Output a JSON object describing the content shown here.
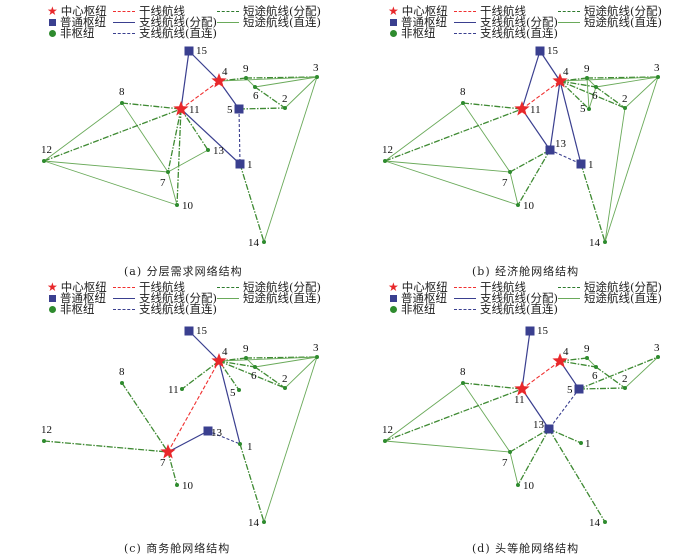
{
  "colors": {
    "center_hub": "#e8282b",
    "normal_hub": "#3a3f8f",
    "non_hub": "#2e8b2e",
    "trunk": "#f03030",
    "branch": "#3a3f8f",
    "short": "#4d9a3c"
  },
  "legend": {
    "center_hub": "中心枢纽",
    "normal_hub": "普通枢纽",
    "non_hub": "非枢纽",
    "trunk_route": "干线航线",
    "branch_alloc": "支线航线(分配)",
    "branch_direct": "支线航线(直连)",
    "short_alloc": "短途航线(分配)",
    "short_direct": "短途航线(直连)"
  },
  "panels": [
    {
      "id": "a",
      "caption": "(a)   分层需求网络结构",
      "center_hubs": [
        "4",
        "11"
      ],
      "normal_hubs": [
        "15",
        "5",
        "1"
      ],
      "edges": [
        {
          "from": "11",
          "to": "4",
          "type": "trunk"
        },
        {
          "from": "15",
          "to": "11",
          "type": "branch_alloc"
        },
        {
          "from": "15",
          "to": "4",
          "type": "branch_alloc"
        },
        {
          "from": "4",
          "to": "5",
          "type": "branch_alloc"
        },
        {
          "from": "11",
          "to": "1",
          "type": "branch_alloc"
        },
        {
          "from": "5",
          "to": "1",
          "type": "branch_direct"
        },
        {
          "from": "4",
          "to": "9",
          "type": "short_alloc"
        },
        {
          "from": "9",
          "to": "3",
          "type": "short_alloc"
        },
        {
          "from": "4",
          "to": "3",
          "type": "short_direct"
        },
        {
          "from": "9",
          "to": "6",
          "type": "short_direct"
        },
        {
          "from": "6",
          "to": "3",
          "type": "short_direct"
        },
        {
          "from": "6",
          "to": "2",
          "type": "short_alloc"
        },
        {
          "from": "2",
          "to": "3",
          "type": "short_direct"
        },
        {
          "from": "5",
          "to": "2",
          "type": "short_alloc"
        },
        {
          "from": "3",
          "to": "14",
          "type": "short_direct"
        },
        {
          "from": "1",
          "to": "14",
          "type": "short_alloc"
        },
        {
          "from": "8",
          "to": "11",
          "type": "short_alloc"
        },
        {
          "from": "8",
          "to": "12",
          "type": "short_direct"
        },
        {
          "from": "8",
          "to": "7",
          "type": "short_direct"
        },
        {
          "from": "12",
          "to": "11",
          "type": "short_alloc"
        },
        {
          "from": "12",
          "to": "7",
          "type": "short_direct"
        },
        {
          "from": "12",
          "to": "10",
          "type": "short_direct"
        },
        {
          "from": "11",
          "to": "7",
          "type": "short_alloc"
        },
        {
          "from": "11",
          "to": "10",
          "type": "short_alloc"
        },
        {
          "from": "11",
          "to": "13",
          "type": "short_alloc"
        },
        {
          "from": "7",
          "to": "13",
          "type": "short_direct"
        },
        {
          "from": "7",
          "to": "10",
          "type": "short_direct"
        }
      ],
      "labels": [
        "1",
        "2",
        "3",
        "4",
        "5",
        "6",
        "7",
        "8",
        "9",
        "10",
        "11",
        "12",
        "13",
        "14",
        "15"
      ]
    },
    {
      "id": "b",
      "caption": "(b)   经济舱网络结构",
      "center_hubs": [
        "4",
        "11"
      ],
      "normal_hubs": [
        "15",
        "13",
        "1"
      ],
      "edges": [
        {
          "from": "11",
          "to": "4",
          "type": "trunk"
        },
        {
          "from": "15",
          "to": "11",
          "type": "branch_alloc"
        },
        {
          "from": "15",
          "to": "4",
          "type": "branch_alloc"
        },
        {
          "from": "4",
          "to": "13",
          "type": "branch_alloc"
        },
        {
          "from": "4",
          "to": "1",
          "type": "branch_alloc"
        },
        {
          "from": "11",
          "to": "13",
          "type": "branch_alloc"
        },
        {
          "from": "13",
          "to": "1",
          "type": "branch_direct"
        },
        {
          "from": "4",
          "to": "9",
          "type": "short_alloc"
        },
        {
          "from": "9",
          "to": "3",
          "type": "short_alloc"
        },
        {
          "from": "4",
          "to": "3",
          "type": "short_direct"
        },
        {
          "from": "4",
          "to": "6",
          "type": "short_alloc"
        },
        {
          "from": "4",
          "to": "5",
          "type": "short_alloc"
        },
        {
          "from": "4",
          "to": "2",
          "type": "short_alloc"
        },
        {
          "from": "9",
          "to": "5",
          "type": "short_direct"
        },
        {
          "from": "9",
          "to": "6",
          "type": "short_direct"
        },
        {
          "from": "6",
          "to": "5",
          "type": "short_direct"
        },
        {
          "from": "6",
          "to": "3",
          "type": "short_direct"
        },
        {
          "from": "6",
          "to": "2",
          "type": "short_alloc"
        },
        {
          "from": "2",
          "to": "3",
          "type": "short_direct"
        },
        {
          "from": "2",
          "to": "14",
          "type": "short_direct"
        },
        {
          "from": "3",
          "to": "14",
          "type": "short_direct"
        },
        {
          "from": "1",
          "to": "14",
          "type": "short_alloc"
        },
        {
          "from": "8",
          "to": "11",
          "type": "short_alloc"
        },
        {
          "from": "8",
          "to": "12",
          "type": "short_direct"
        },
        {
          "from": "8",
          "to": "7",
          "type": "short_direct"
        },
        {
          "from": "12",
          "to": "11",
          "type": "short_alloc"
        },
        {
          "from": "12",
          "to": "7",
          "type": "short_direct"
        },
        {
          "from": "12",
          "to": "10",
          "type": "short_direct"
        },
        {
          "from": "7",
          "to": "13",
          "type": "short_alloc"
        },
        {
          "from": "7",
          "to": "10",
          "type": "short_direct"
        },
        {
          "from": "13",
          "to": "10",
          "type": "short_alloc"
        }
      ],
      "labels": [
        "1",
        "2",
        "3",
        "4",
        "5",
        "6",
        "7",
        "8",
        "9",
        "10",
        "11",
        "12",
        "13",
        "14",
        "15"
      ]
    },
    {
      "id": "c",
      "caption": "(c)   商务舱网络结构",
      "center_hubs": [
        "4",
        "7"
      ],
      "normal_hubs": [
        "15",
        "13"
      ],
      "edges": [
        {
          "from": "7",
          "to": "4",
          "type": "trunk"
        },
        {
          "from": "15",
          "to": "4",
          "type": "branch_alloc"
        },
        {
          "from": "4",
          "to": "1",
          "type": "branch_alloc"
        },
        {
          "from": "7",
          "to": "13",
          "type": "branch_alloc"
        },
        {
          "from": "13",
          "to": "1",
          "type": "branch_direct"
        },
        {
          "from": "4",
          "to": "11",
          "type": "short_alloc"
        },
        {
          "from": "4",
          "to": "5",
          "type": "short_alloc"
        },
        {
          "from": "4",
          "to": "9",
          "type": "short_alloc"
        },
        {
          "from": "9",
          "to": "3",
          "type": "short_alloc"
        },
        {
          "from": "4",
          "to": "3",
          "type": "short_direct"
        },
        {
          "from": "4",
          "to": "6",
          "type": "short_alloc"
        },
        {
          "from": "4",
          "to": "2",
          "type": "short_alloc"
        },
        {
          "from": "9",
          "to": "6",
          "type": "short_direct"
        },
        {
          "from": "6",
          "to": "3",
          "type": "short_direct"
        },
        {
          "from": "6",
          "to": "2",
          "type": "short_alloc"
        },
        {
          "from": "2",
          "to": "3",
          "type": "short_direct"
        },
        {
          "from": "3",
          "to": "14",
          "type": "short_direct"
        },
        {
          "from": "1",
          "to": "14",
          "type": "short_alloc"
        },
        {
          "from": "8",
          "to": "7",
          "type": "short_alloc"
        },
        {
          "from": "12",
          "to": "7",
          "type": "short_alloc"
        },
        {
          "from": "7",
          "to": "10",
          "type": "short_alloc"
        }
      ],
      "labels": [
        "1",
        "2",
        "3",
        "4",
        "5",
        "6",
        "7",
        "8",
        "9",
        "10",
        "11",
        "12",
        "13",
        "14",
        "15"
      ]
    },
    {
      "id": "d",
      "caption": "(d)   头等舱网络结构",
      "center_hubs": [
        "4",
        "11"
      ],
      "normal_hubs": [
        "15",
        "5",
        "13"
      ],
      "edges": [
        {
          "from": "11",
          "to": "4",
          "type": "trunk"
        },
        {
          "from": "15",
          "to": "11",
          "type": "branch_alloc"
        },
        {
          "from": "4",
          "to": "5",
          "type": "branch_alloc"
        },
        {
          "from": "11",
          "to": "13",
          "type": "branch_alloc"
        },
        {
          "from": "5",
          "to": "13",
          "type": "branch_direct"
        },
        {
          "from": "4",
          "to": "9",
          "type": "short_alloc"
        },
        {
          "from": "9",
          "to": "6",
          "type": "short_direct"
        },
        {
          "from": "4",
          "to": "6",
          "type": "short_alloc"
        },
        {
          "from": "6",
          "to": "2",
          "type": "short_alloc"
        },
        {
          "from": "5",
          "to": "2",
          "type": "short_alloc"
        },
        {
          "from": "5",
          "to": "3",
          "type": "short_alloc"
        },
        {
          "from": "2",
          "to": "3",
          "type": "short_direct"
        },
        {
          "from": "8",
          "to": "11",
          "type": "short_alloc"
        },
        {
          "from": "8",
          "to": "12",
          "type": "short_direct"
        },
        {
          "from": "8",
          "to": "7",
          "type": "short_direct"
        },
        {
          "from": "12",
          "to": "11",
          "type": "short_alloc"
        },
        {
          "from": "12",
          "to": "7",
          "type": "short_direct"
        },
        {
          "from": "7",
          "to": "13",
          "type": "short_alloc"
        },
        {
          "from": "7",
          "to": "10",
          "type": "short_direct"
        },
        {
          "from": "13",
          "to": "10",
          "type": "short_alloc"
        },
        {
          "from": "13",
          "to": "1",
          "type": "short_alloc"
        },
        {
          "from": "13",
          "to": "14",
          "type": "short_alloc"
        }
      ],
      "labels": [
        "1",
        "2",
        "3",
        "4",
        "5",
        "6",
        "7",
        "8",
        "9",
        "10",
        "11",
        "12",
        "13",
        "14",
        "15"
      ]
    }
  ]
}
